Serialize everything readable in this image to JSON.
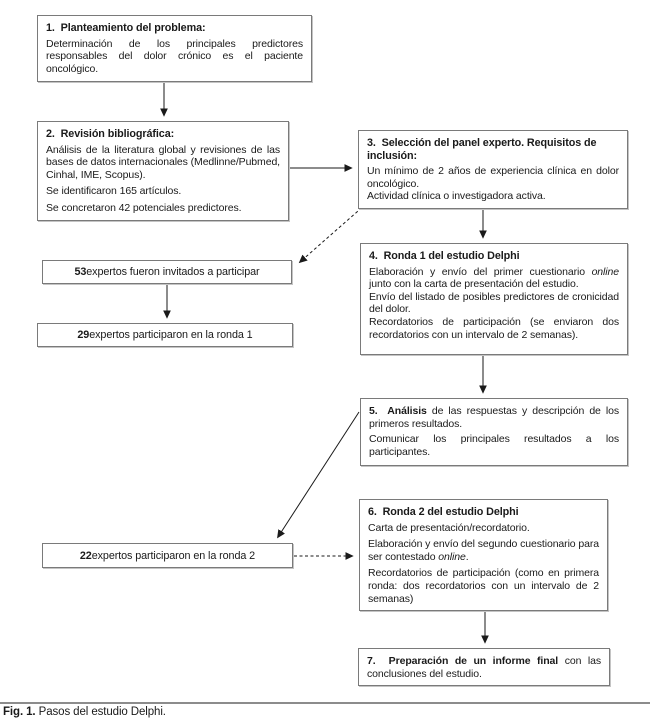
{
  "colors": {
    "background": "#ffffff",
    "box_border": "#7a7a7a",
    "text": "#1a1a1a",
    "arrow": "#1a1a1a"
  },
  "steps": {
    "s1": {
      "title": "1.  Planteamiento del problema:",
      "p1": "Determinación de los principales predictores responsables del dolor crónico es el paciente oncológico."
    },
    "s2": {
      "title": "2.  Revisión bibliográfica:",
      "p1": "Análisis de la literatura global y revisiones de las bases de datos internacionales (Medlinne/​Pubmed, Cinhal, IME, Scopus).",
      "p2": "Se identificaron 165 artículos.",
      "p3": "Se concretaron 42 potenciales predictores."
    },
    "s3": {
      "title": "3.  Selección del panel experto. Requisitos de inclusión:",
      "p1": "Un mínimo de 2 años de experiencia clínica en dolor oncológico.",
      "p2": "Actividad clínica o investigadora activa."
    },
    "s4": {
      "title": "4.  Ronda 1 del estudio Delphi",
      "p1a": "Elaboración y envío del primer cuestionario ",
      "p1b": "online",
      "p1c": " junto con la carta de presentación del estudio.",
      "p2": "Envío del listado de posibles predictores de cronicidad del dolor.",
      "p3": "Recordatorios de participación (se enviaron dos recordatorios con un intervalo de 2 semanas)."
    },
    "s5": {
      "title_bold": "5.  Análisis",
      "title_rest": " de las respuestas y descripción de los primeros resultados.",
      "p2": "Comunicar los principales resultados a los participantes."
    },
    "s6": {
      "title": "6.  Ronda 2 del estudio Delphi",
      "p1": "Carta de presentación/recordatorio.",
      "p2a": "Elaboración y envío del segundo cuestionario para ser contestado ",
      "p2b": "online",
      "p2c": ".",
      "p3": "Recordatorios de participación (como en primera ronda: dos recordatorios con un intervalo de 2 semanas)"
    },
    "s7": {
      "bold": "7.  Preparación de un informe final",
      "rest": " con las conclusiones del estudio."
    }
  },
  "milestones": {
    "invited": {
      "count": "53",
      "text": " expertos fueron invitados a participar"
    },
    "round1": {
      "count": "29",
      "text": " expertos participaron en la ronda 1"
    },
    "round2": {
      "count": "22",
      "text": " expertos participaron en la ronda 2"
    }
  },
  "caption": {
    "label": "Fig. 1.",
    "text": " Pasos del estudio Delphi."
  }
}
